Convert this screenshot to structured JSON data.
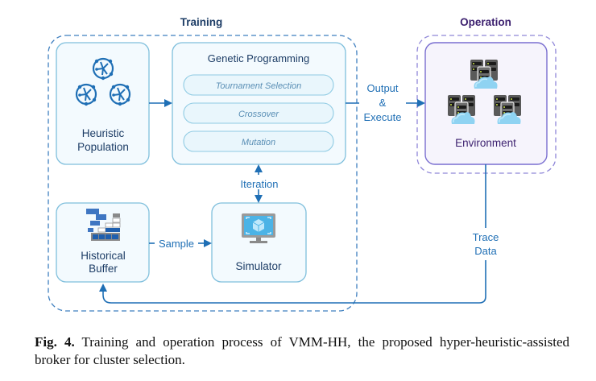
{
  "figure": {
    "sections": {
      "training": "Training",
      "operation": "Operation"
    },
    "boxes": {
      "heuristic_population": [
        "Heuristic",
        "Population"
      ],
      "genetic_programming": {
        "title": "Genetic Programming",
        "steps": [
          "Tournament Selection",
          "Crossover",
          "Mutation"
        ]
      },
      "historical_buffer": [
        "Historical",
        "Buffer"
      ],
      "simulator": "Simulator",
      "environment": "Environment"
    },
    "edges": {
      "output_execute": [
        "Output",
        "&",
        "Execute"
      ],
      "iteration": "Iteration",
      "sample": "Sample",
      "trace_data": [
        "Trace",
        "Data"
      ]
    },
    "icons": {
      "heuristic_population": "network-node-icon",
      "historical_buffer": "staircase-data-icon",
      "simulator": "monitor-cube-icon",
      "environment": "server-cloud-icon"
    },
    "colors": {
      "training_accent": "#1f6fb5",
      "operation_accent": "#7a6fd0",
      "box_fill": "#f3fafe",
      "box_stroke": "#7fbfdc",
      "pill_fill": "#e9f6fc",
      "env_fill": "#f6f4fc",
      "title_text": "#1d3d66",
      "op_title_text": "#3b1f6e"
    }
  },
  "caption": {
    "label": "Fig. 4.",
    "text": " Training and operation process of VMM-HH, the proposed hyper-heuristic-assisted broker for cluster selection."
  }
}
